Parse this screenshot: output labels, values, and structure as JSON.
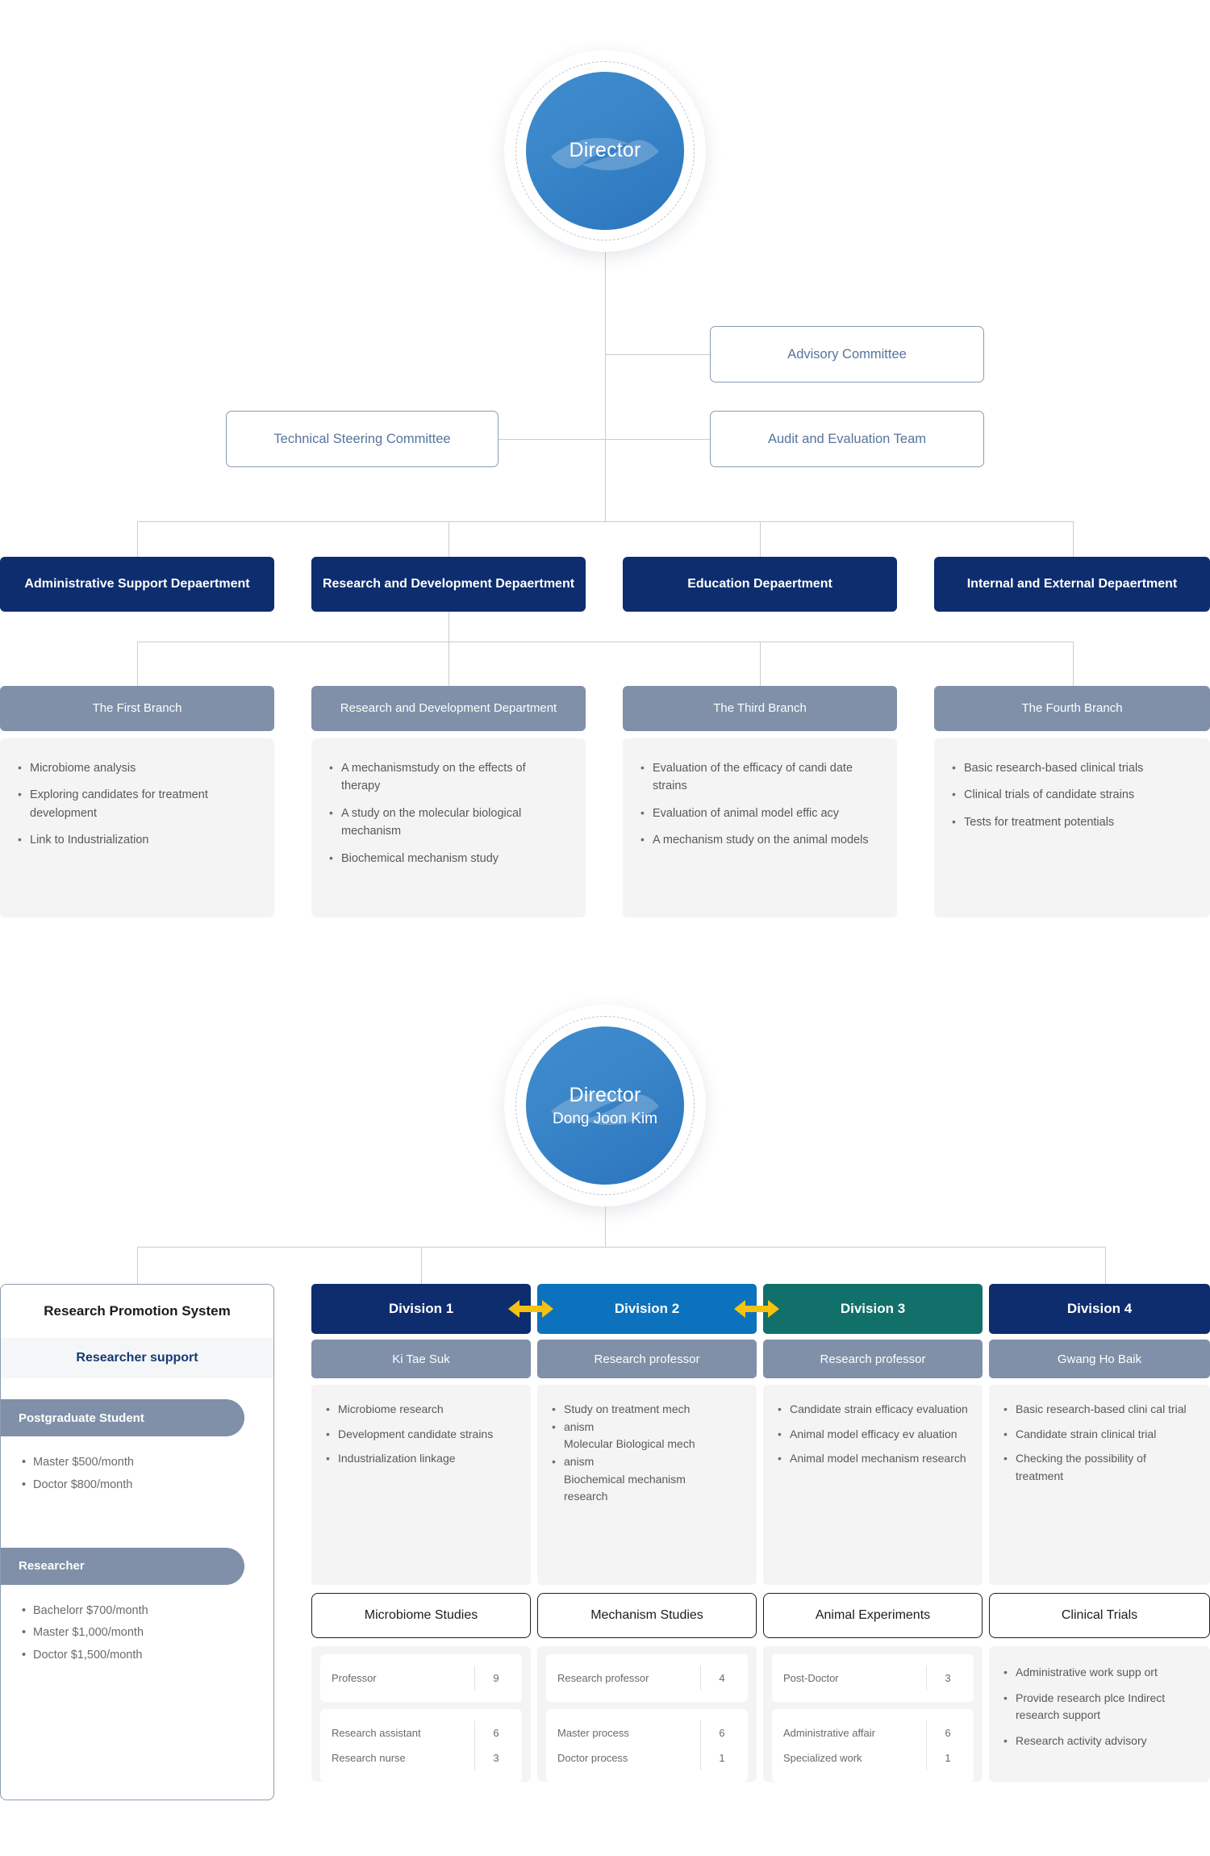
{
  "top_org": {
    "director": {
      "title": "Director",
      "name": ""
    },
    "committees": [
      {
        "label": "Advisory Committee"
      },
      {
        "label": "Technical Steering Committee"
      },
      {
        "label": "Audit and Evaluation Team"
      }
    ],
    "departments": [
      {
        "label": "Administrative Support Depaertment"
      },
      {
        "label": "Research and Development Depaertment"
      },
      {
        "label": "Education Depaertment"
      },
      {
        "label": "Internal and External Depaertment"
      }
    ],
    "branches": [
      {
        "head": "The First Branch",
        "items": [
          "Microbiome analysis",
          "Exploring candidates for treatment development",
          "Link to Industrialization"
        ]
      },
      {
        "head": "Research and Development Department",
        "items": [
          "A mechanismstudy on the effects of therapy",
          "A study on the molecular biological mechanism",
          "Biochemical mechanism study"
        ]
      },
      {
        "head": "The Third Branch",
        "items": [
          "Evaluation of the efficacy of candi date strains",
          "Evaluation of animal model effic acy",
          "A mechanism study on the animal models"
        ]
      },
      {
        "head": "The Fourth Branch",
        "items": [
          "Basic research-based clinical trials",
          "Clinical trials of candidate strains",
          "Tests for treatment potentials"
        ]
      }
    ]
  },
  "bottom_org": {
    "director": {
      "title": "Director",
      "name": "Dong Joon Kim"
    },
    "promotion_panel": {
      "title": "Research Promotion System",
      "subtitle": "Researcher support",
      "groups": [
        {
          "pill": "Postgraduate Student",
          "items": [
            "Master $500/month",
            "Doctor $800/month"
          ]
        },
        {
          "pill": "Researcher",
          "items": [
            "Bachelorr $700/month",
            "Master $1,000/month",
            "Doctor $1,500/month"
          ]
        }
      ]
    },
    "divisions": [
      {
        "label": "Division 1",
        "color": "#0d2d6e",
        "person": "Ki Tae Suk",
        "items": [
          "Microbiome research",
          "Development candidate strains",
          "Industrialization linkage"
        ],
        "study": "Microbiome Studies",
        "table": [
          [
            {
              "label": "Professor",
              "value": "9"
            }
          ],
          [
            {
              "label": "Research assistant",
              "value": "6"
            },
            {
              "label": "Research nurse",
              "value": "3"
            }
          ]
        ]
      },
      {
        "label": "Division 2",
        "color": "#0c72bd",
        "person": "Research professor",
        "items": [
          "Study on treatment mech",
          "anism",
          "Molecular Biological mech",
          "anism",
          "Biochemical mechanism",
          "research"
        ],
        "bullet_lines": [
          true,
          true,
          false,
          true,
          false,
          false
        ],
        "study": "Mechanism Studies",
        "table": [
          [
            {
              "label": "Research professor",
              "value": "4"
            }
          ],
          [
            {
              "label": "Master process",
              "value": "6"
            },
            {
              "label": "Doctor process",
              "value": "1"
            }
          ]
        ]
      },
      {
        "label": "Division 3",
        "color": "#11706a",
        "person": "Research professor",
        "items": [
          "Candidate strain efficacy evaluation",
          "Animal model efficacy ev aluation",
          "Animal model mechanism research"
        ],
        "study": "Animal Experiments",
        "table": [
          [
            {
              "label": "Post-Doctor",
              "value": "3"
            }
          ],
          [
            {
              "label": "Administrative affair",
              "value": "6"
            },
            {
              "label": "Specialized work",
              "value": "1"
            }
          ]
        ]
      },
      {
        "label": "Division 4",
        "color": "#0d2d6e",
        "person": "Gwang Ho Baik",
        "items": [
          "Basic research-based clini cal trial",
          "Candidate strain clinical trial",
          "Checking the possibility of treatment"
        ],
        "study": "Clinical Trials",
        "bullet_footer": [
          "Administrative work supp ort",
          "Provide research plce Indirect research support",
          "Research activity advisory"
        ]
      }
    ]
  },
  "colors": {
    "navy": "#0d2d6e",
    "blue": "#0c72bd",
    "teal": "#11706a",
    "slate": "#7f90a8",
    "arrow_yellow": "#f5c211",
    "line": "#c9ccd4"
  }
}
